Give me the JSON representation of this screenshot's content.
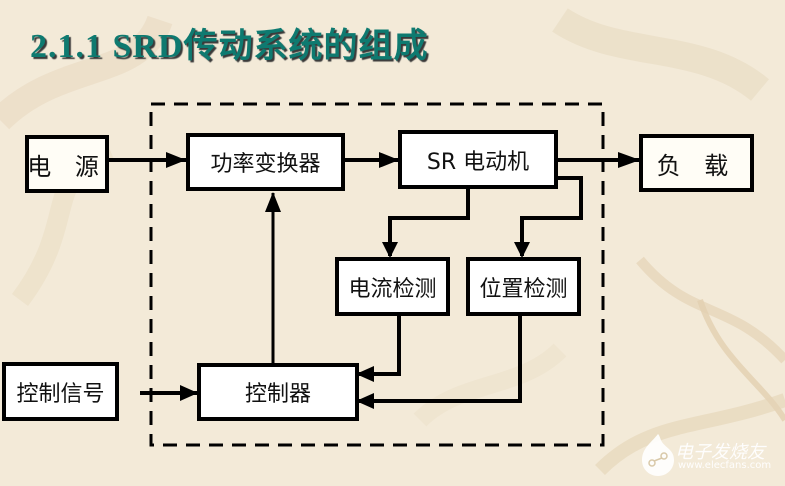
{
  "title": "2.1.1 SRD传动系统的组成",
  "blocks": {
    "power_source": "电 源",
    "power_converter": "功率变换器",
    "sr_motor": "SR 电动机",
    "load": "负 载",
    "current_detection": "电流检测",
    "position_detection": "位置检测",
    "control_signal": "控制信号",
    "controller": "控制器"
  },
  "colors": {
    "title": "#0e7a70",
    "background": "#f3ead8",
    "line": "#000000"
  },
  "watermark": {
    "icon": "elecfans-logo-icon",
    "name": "电子发烧友",
    "url": "www.elecfans.com"
  }
}
